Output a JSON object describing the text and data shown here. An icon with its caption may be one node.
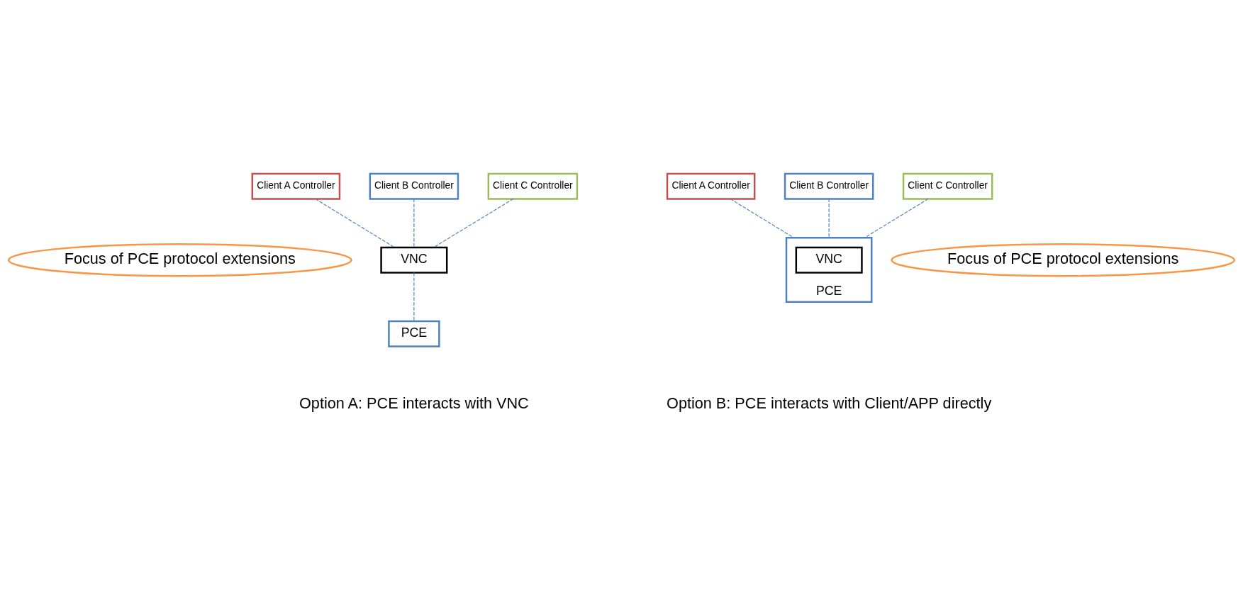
{
  "diagram": {
    "nodes": [
      {
        "text": [
          "Client A Controller"
        ]
      },
      {
        "text": [
          "Client B Controller"
        ]
      },
      {
        "text": [
          "Client C Controller"
        ]
      },
      {
        "text": [
          "VNC"
        ]
      },
      {
        "text": [
          "PCE"
        ]
      },
      {
        "text": [
          "Focus of PCE protocol extensions"
        ]
      },
      {
        "text": [
          "Client A Controller"
        ]
      },
      {
        "text": [
          "Client B Controller"
        ]
      },
      {
        "text": [
          "Client C Controller"
        ]
      },
      {
        "text": [
          "PCE"
        ]
      },
      {
        "text": [
          "VNC"
        ],
        "in": 9
      },
      {
        "text": [
          "Focus of PCE protocol extensions"
        ]
      }
    ],
    "edges": [
      {
        "from": 0,
        "to": 3,
        "arrow": "none",
        "style": "dashed"
      },
      {
        "from": 1,
        "to": 3,
        "arrow": "none",
        "style": "dashed"
      },
      {
        "from": 2,
        "to": 3,
        "arrow": "none",
        "style": "dashed"
      },
      {
        "from": 3,
        "to": 4,
        "arrow": "none",
        "style": "dashed"
      },
      {
        "from": 6,
        "to": 9,
        "arrow": "none",
        "style": "dashed"
      },
      {
        "from": 7,
        "to": 9,
        "arrow": "none",
        "style": "dashed"
      },
      {
        "from": 8,
        "to": 9,
        "arrow": "none",
        "style": "dashed"
      }
    ],
    "labels": [
      "Option A: PCE interacts with VNC",
      "Option B: PCE interacts with Client/APP directly"
    ]
  }
}
